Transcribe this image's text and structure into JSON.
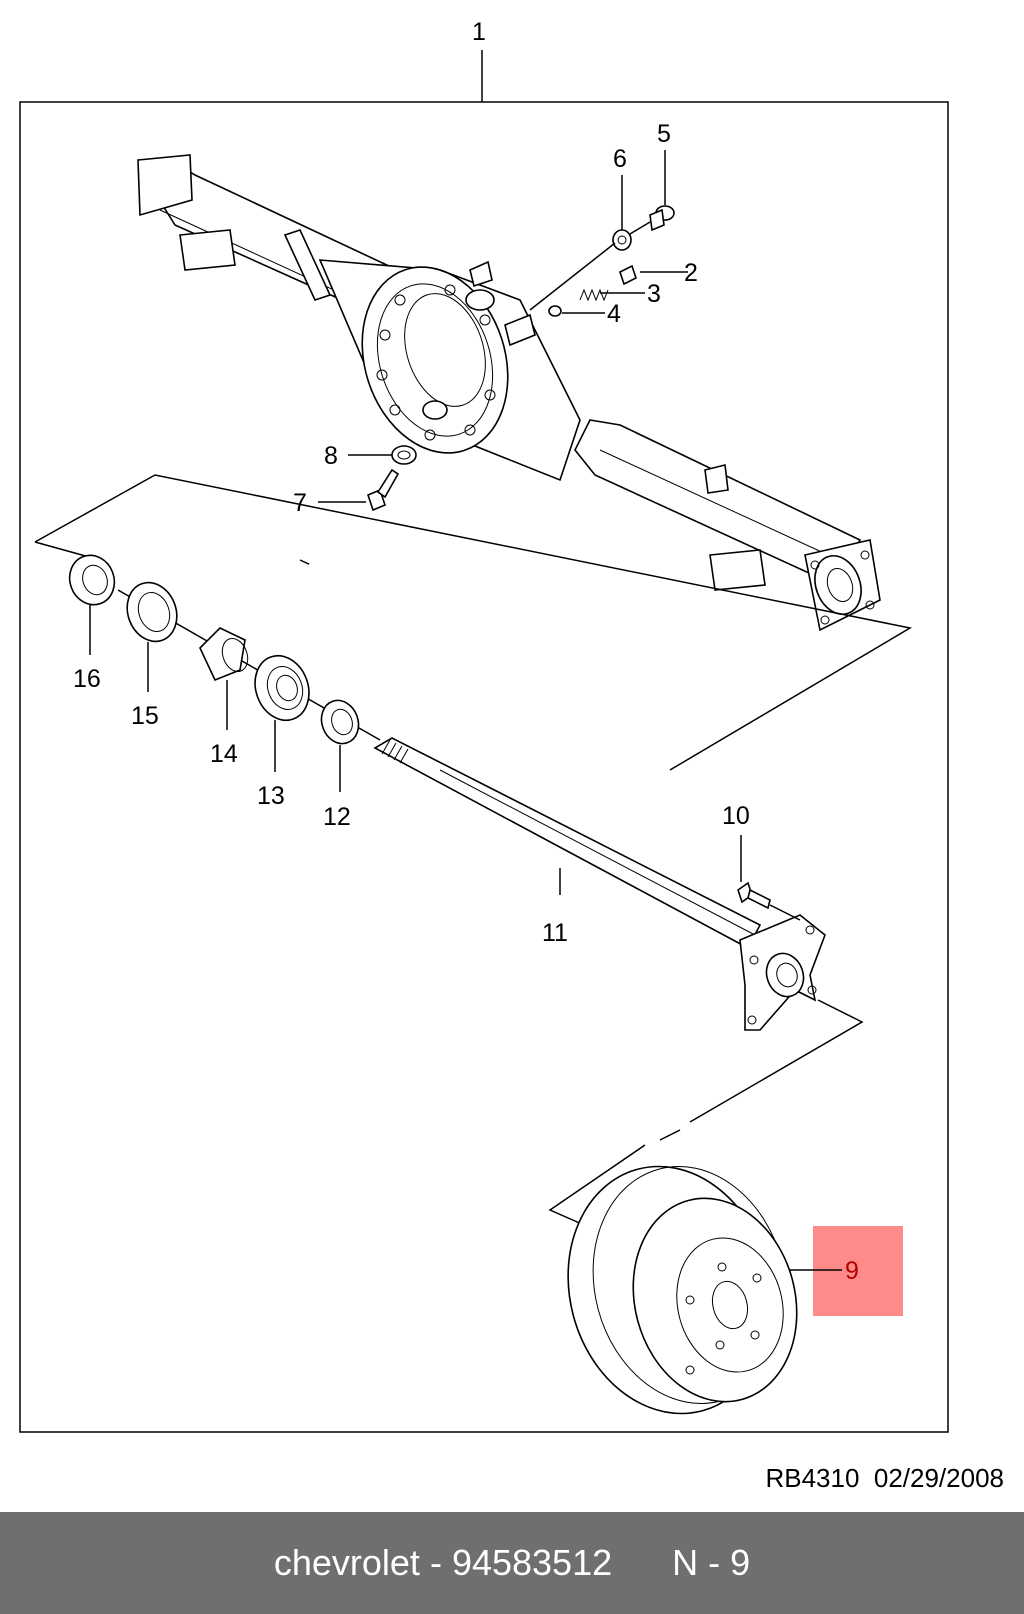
{
  "diagram": {
    "callouts": [
      {
        "id": "1",
        "label": "1"
      },
      {
        "id": "2",
        "label": "2"
      },
      {
        "id": "3",
        "label": "3"
      },
      {
        "id": "4",
        "label": "4"
      },
      {
        "id": "5",
        "label": "5"
      },
      {
        "id": "6",
        "label": "6"
      },
      {
        "id": "7",
        "label": "7"
      },
      {
        "id": "8",
        "label": "8"
      },
      {
        "id": "9",
        "label": "9",
        "highlighted": true
      },
      {
        "id": "10",
        "label": "10"
      },
      {
        "id": "11",
        "label": "11"
      },
      {
        "id": "12",
        "label": "12"
      },
      {
        "id": "13",
        "label": "13"
      },
      {
        "id": "14",
        "label": "14"
      },
      {
        "id": "15",
        "label": "15"
      },
      {
        "id": "16",
        "label": "16"
      }
    ],
    "highlight_color": "#ff8a8a",
    "reference": "RB4310  02/29/2008"
  },
  "footer": {
    "brand": "chevrolet",
    "separator": " - ",
    "part_number": "94583512",
    "position": "N - 9",
    "background": "#6f6f6f"
  }
}
